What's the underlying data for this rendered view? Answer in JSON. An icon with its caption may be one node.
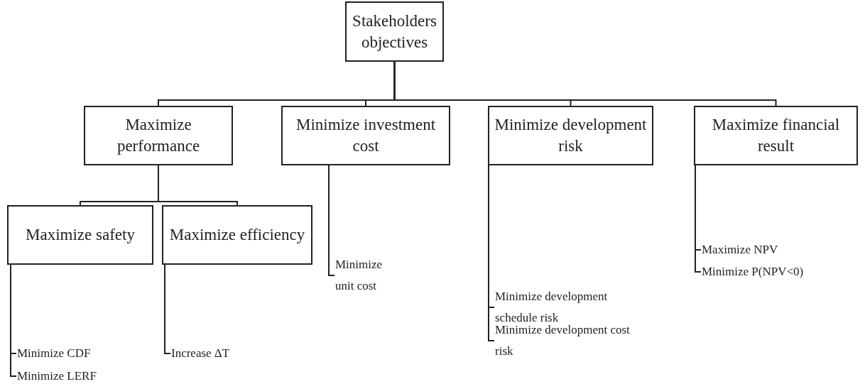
{
  "diagram": {
    "nodes": [
      {
        "text": [
          "Stakeholders objectives"
        ]
      },
      {
        "text": [
          "Maximize performance"
        ]
      },
      {
        "text": [
          "Minimize investment cost"
        ]
      },
      {
        "text": [
          "Minimize development risk"
        ]
      },
      {
        "text": [
          "Maximize financial result"
        ]
      },
      {
        "text": [
          "Maximize safety"
        ]
      },
      {
        "text": [
          "Maximize efficiency"
        ]
      },
      {
        "text": [
          "Minimize unit cost"
        ]
      },
      {
        "text": [
          "Maximize NPV"
        ]
      },
      {
        "text": [
          "Minimize P(NPV<0)"
        ]
      },
      {
        "text": [
          "Minimize development schedule risk"
        ]
      },
      {
        "text": [
          "Minimize development cost risk"
        ]
      },
      {
        "text": [
          "Minimize CDF"
        ]
      },
      {
        "text": [
          "Minimize LERF"
        ]
      },
      {
        "text": [
          "Increase ΔT"
        ]
      }
    ],
    "edges": [
      {
        "from": 0,
        "to": 1,
        "arrow": "none"
      },
      {
        "from": 0,
        "to": 2,
        "arrow": "none"
      },
      {
        "from": 0,
        "to": 3,
        "arrow": "none"
      },
      {
        "from": 0,
        "to": 4,
        "arrow": "none"
      },
      {
        "from": 1,
        "to": 5,
        "arrow": "none"
      },
      {
        "from": 1,
        "to": 6,
        "arrow": "none"
      },
      {
        "from": 2,
        "to": 7,
        "arrow": "none"
      },
      {
        "from": 4,
        "to": 8,
        "arrow": "none"
      },
      {
        "from": 4,
        "to": 9,
        "arrow": "none"
      },
      {
        "from": 3,
        "to": 10,
        "arrow": "none"
      },
      {
        "from": 3,
        "to": 11,
        "arrow": "none"
      },
      {
        "from": 5,
        "to": 12,
        "arrow": "none"
      },
      {
        "from": 5,
        "to": 13,
        "arrow": "none"
      },
      {
        "from": 6,
        "to": 14,
        "arrow": "none"
      }
    ]
  }
}
